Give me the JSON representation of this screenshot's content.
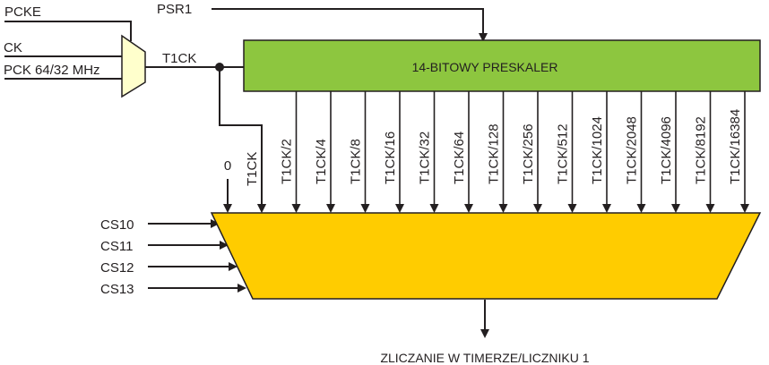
{
  "inputs": {
    "pcke": "PCKE",
    "ck": "CK",
    "pck": "PCK 64/32 MHz",
    "psr1": "PSR1"
  },
  "mux_output": "T1CK",
  "prescaler": {
    "label": "14-BITOWY PRESKALER",
    "color": "#8dc63f"
  },
  "selector": {
    "color": "#ffcc00"
  },
  "mux_color": "#ffffcc",
  "taps": [
    "0",
    "T1CK",
    "T1CK/2",
    "T1CK/4",
    "T1CK/8",
    "T1CK/16",
    "T1CK/32",
    "T1CK/64",
    "T1CK/128",
    "T1CK/256",
    "T1CK/512",
    "T1CK/1024",
    "T1CK/2048",
    "T1CK/4096",
    "T1CK/8192",
    "T1CK/16384"
  ],
  "selects": [
    "CS10",
    "CS11",
    "CS12",
    "CS13"
  ],
  "output": "ZLICZANIE W TIMERZE/LICZNIKU 1"
}
